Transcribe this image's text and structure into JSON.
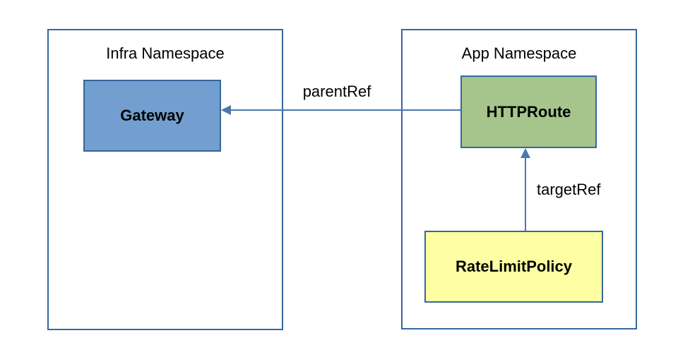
{
  "diagram": {
    "namespaces": [
      {
        "title": "Infra Namespace"
      },
      {
        "title": "App Namespace"
      }
    ],
    "nodes": {
      "gateway": {
        "label": "Gateway",
        "fill": "#729FCF",
        "namespace": "Infra Namespace"
      },
      "httproute": {
        "label": "HTTPRoute",
        "fill": "#A5C58C",
        "namespace": "App Namespace"
      },
      "ratelimitpolicy": {
        "label": "RateLimitPolicy",
        "fill": "#FEFFA3",
        "namespace": "App Namespace"
      }
    },
    "edges": {
      "parentref": {
        "label": "parentRef",
        "from": "HTTPRoute",
        "to": "Gateway",
        "direction": "left"
      },
      "targetref": {
        "label": "targetRef",
        "from": "RateLimitPolicy",
        "to": "HTTPRoute",
        "direction": "up"
      }
    },
    "colors": {
      "namespace_border": "#35679E",
      "arrow": "#4C77B0",
      "text": "#000000",
      "background": "#FFFFFF"
    }
  }
}
